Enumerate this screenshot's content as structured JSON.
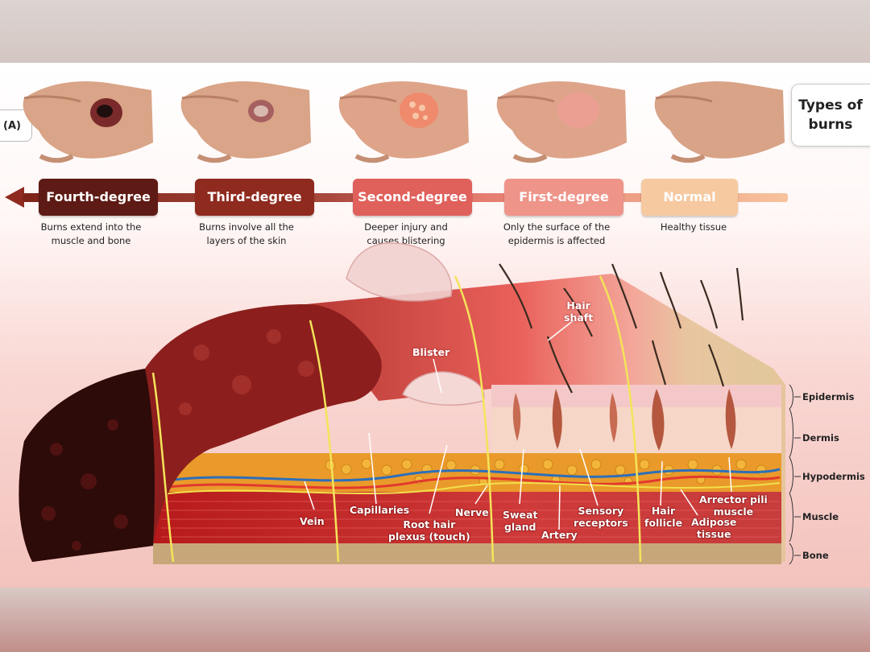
{
  "panel_label": "(A)",
  "title_line1": "Types of",
  "title_line2": "burns",
  "colors": {
    "fourth": "#5e1a14",
    "third": "#8f2a1f",
    "second": "#e0605b",
    "first": "#ee9489",
    "normal": "#f6c9a0",
    "arrow": "#8f2a1f"
  },
  "stages": [
    {
      "name": "Fourth-degree",
      "desc_line1": "Burns extend into the",
      "desc_line2": "muscle and bone"
    },
    {
      "name": "Third-degree",
      "desc_line1": "Burns involve all the",
      "desc_line2": "layers of the skin"
    },
    {
      "name": "Second-degree",
      "desc_line1": "Deeper injury and",
      "desc_line2": "causes blistering"
    },
    {
      "name": "First-degree",
      "desc_line1": "Only the surface of the",
      "desc_line2": "epidermis is affected"
    },
    {
      "name": "Normal",
      "desc_line1": "Healthy tissue",
      "desc_line2": ""
    }
  ],
  "labels": {
    "hair_shaft_1": "Hair",
    "hair_shaft_2": "shaft",
    "blister": "Blister",
    "vein": "Vein",
    "capillaries": "Capillaries",
    "root_hair_1": "Root hair",
    "root_hair_2": "plexus (touch)",
    "nerve": "Nerve",
    "sweat_1": "Sweat",
    "sweat_2": "gland",
    "artery": "Artery",
    "sensory_1": "Sensory",
    "sensory_2": "receptors",
    "hair_follicle_1": "Hair",
    "hair_follicle_2": "follicle",
    "arrector_1": "Arrector pili",
    "arrector_2": "muscle",
    "adipose_1": "Adipose",
    "adipose_2": "tissue"
  },
  "layers": [
    "Epidermis",
    "Dermis",
    "Hypodermis",
    "Muscle",
    "Bone"
  ]
}
